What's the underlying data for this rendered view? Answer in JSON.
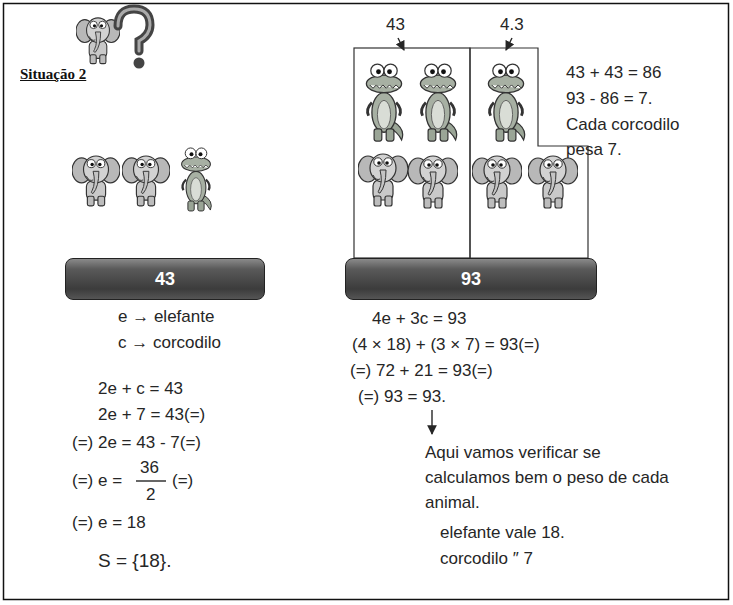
{
  "diagram": {
    "title": "Situação 2",
    "nodes": [
      {
        "text": [
          "43"
        ]
      },
      {
        "text": [
          "93"
        ]
      }
    ],
    "labels": [
      "43",
      "4.3",
      "43 + 43 = 86",
      "93 - 86 = 7.",
      "Cada corcodilo pesa 7.",
      "e → elefante",
      "c → corcodilo",
      "2e + c = 43",
      "2e + 7 = 43(=)",
      "(=) 2e = 43 - 7(=)",
      "(=) e =",
      "36",
      "2",
      "(=)",
      "(=) e = 18",
      "S = {18}.",
      "4e + 3c = 93",
      "(4 × 18) + (3 × 7) = 93(=)",
      "(=) 72 + 21 = 93(=)",
      "(=) 93 = 93.",
      "Aqui vamos verificar se calculamos bem o peso de cada animal.",
      "elefante vale 18.",
      "corcodilo ″ 7"
    ]
  }
}
